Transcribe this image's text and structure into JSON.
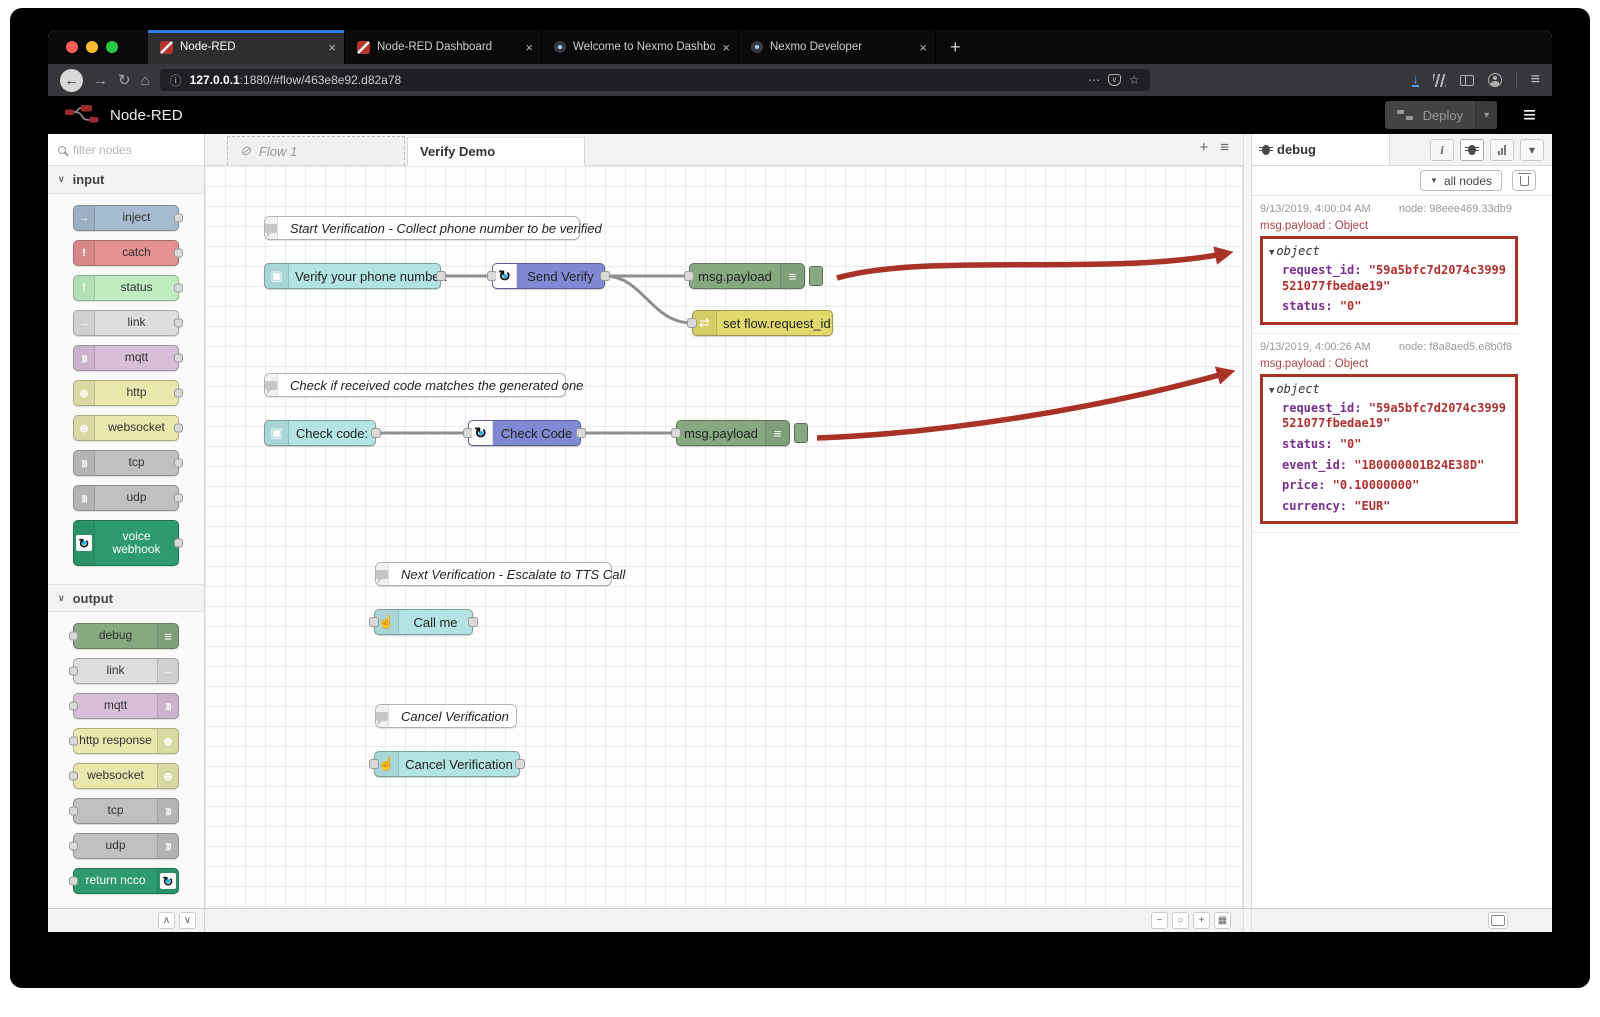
{
  "browser": {
    "tabs": [
      {
        "label": "Node-RED"
      },
      {
        "label": "Node-RED Dashboard"
      },
      {
        "label": "Welcome to Nexmo Dashboard"
      },
      {
        "label": "Nexmo Developer"
      }
    ],
    "url": {
      "host": "127.0.0.1",
      "rest": ":1880/#flow/463e8e92.d82a78"
    }
  },
  "app": {
    "title": "Node-RED",
    "deploy_label": "Deploy"
  },
  "palette": {
    "search_placeholder": "filter nodes",
    "input_label": "input",
    "output_label": "output",
    "input_nodes": [
      {
        "label": "inject",
        "icon": "inject-arrow-icon"
      },
      {
        "label": "catch",
        "icon": "exclamation-icon"
      },
      {
        "label": "status",
        "icon": "exclamation-icon"
      },
      {
        "label": "link",
        "icon": "link-arrow-icon"
      },
      {
        "label": "mqtt",
        "icon": "waves-icon"
      },
      {
        "label": "http",
        "icon": "globe-icon"
      },
      {
        "label": "websocket",
        "icon": "globe-icon"
      },
      {
        "label": "tcp",
        "icon": "waves-icon"
      },
      {
        "label": "udp",
        "icon": "waves-icon"
      },
      {
        "label": "voice webhook",
        "icon": "nexmo-icon"
      }
    ],
    "output_nodes": [
      {
        "label": "debug",
        "icon": "list-icon"
      },
      {
        "label": "link",
        "icon": "link-arrow-icon"
      },
      {
        "label": "mqtt",
        "icon": "waves-icon"
      },
      {
        "label": "http response",
        "icon": "globe-icon"
      },
      {
        "label": "websocket",
        "icon": "globe-icon"
      },
      {
        "label": "tcp",
        "icon": "waves-icon"
      },
      {
        "label": "udp",
        "icon": "waves-icon"
      },
      {
        "label": "return ncco",
        "icon": "nexmo-icon"
      }
    ]
  },
  "workspace": {
    "tabs": [
      {
        "label": "Flow 1"
      },
      {
        "label": "Verify Demo"
      }
    ],
    "comments": [
      {
        "label": "Start Verification - Collect phone number to be verified"
      },
      {
        "label": "Check if received code matches the generated one"
      },
      {
        "label": "Next Verification - Escalate to TTS Call"
      },
      {
        "label": "Cancel Verification"
      }
    ],
    "nodes": {
      "verify_inject": "Verify your phone number:",
      "send_verify": "Send Verify",
      "msg_payload_1": "msg.payload",
      "set_request_id": "set flow.request_id",
      "check_inject": "Check code:",
      "check_code": "Check Code",
      "msg_payload_2": "msg.payload",
      "call_me": "Call me",
      "cancel_verification": "Cancel Verification"
    }
  },
  "debug_panel": {
    "tab_label": "debug",
    "filter_label": "all nodes",
    "messages": [
      {
        "time": "9/13/2019, 4:00:04 AM",
        "node": "node: 98eee469.33db9",
        "payload_label": "msg.payload : Object",
        "object_label": "object",
        "fields": [
          {
            "key": "request_id:",
            "value": "\"59a5bfc7d2074c3999521077fbedae19\""
          },
          {
            "key": "status:",
            "value": "\"0\""
          }
        ]
      },
      {
        "time": "9/13/2019, 4:00:26 AM",
        "node": "node: f8a8aed5.e8b0f8",
        "payload_label": "msg.payload : Object",
        "object_label": "object",
        "fields": [
          {
            "key": "request_id:",
            "value": "\"59a5bfc7d2074c3999521077fbedae19\""
          },
          {
            "key": "status:",
            "value": "\"0\""
          },
          {
            "key": "event_id:",
            "value": "\"1B0000001B24E38D\""
          },
          {
            "key": "price:",
            "value": "\"0.10000000\""
          },
          {
            "key": "currency:",
            "value": "\"EUR\""
          }
        ]
      }
    ]
  },
  "colors": {
    "accent_blue": "#2b7de9",
    "inject": "#a6bbcf",
    "catch": "#e49191",
    "status": "#c0edc0",
    "link": "#dddddd",
    "mqtt": "#d8bfd8",
    "http": "#e7e7ae",
    "tcp_udp": "#c0c0c0",
    "nexmo_green": "#2d9b6f",
    "debug_green": "#87a980",
    "change_yellow": "#e2d96e",
    "ui_cyan": "#b3e3e3",
    "function_purple": "#8289d3",
    "annotation_red": "#a93226",
    "debug_key_purple": "#792e90",
    "debug_value_red": "#b03030"
  }
}
